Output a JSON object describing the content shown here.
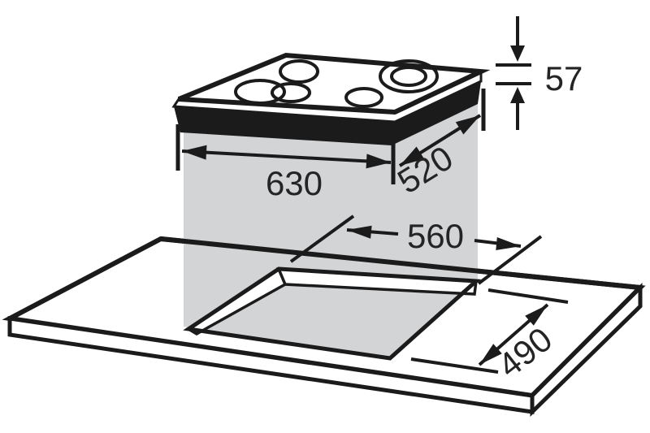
{
  "diagram": {
    "labels": {
      "hob_width": "630",
      "hob_depth": "520",
      "hob_height": "57",
      "cutout_width": "560",
      "cutout_depth": "490"
    },
    "colors": {
      "line": "#1b1b1b",
      "projection": "#d2d4d6",
      "surface": "#ffffff",
      "text": "#242424"
    }
  }
}
